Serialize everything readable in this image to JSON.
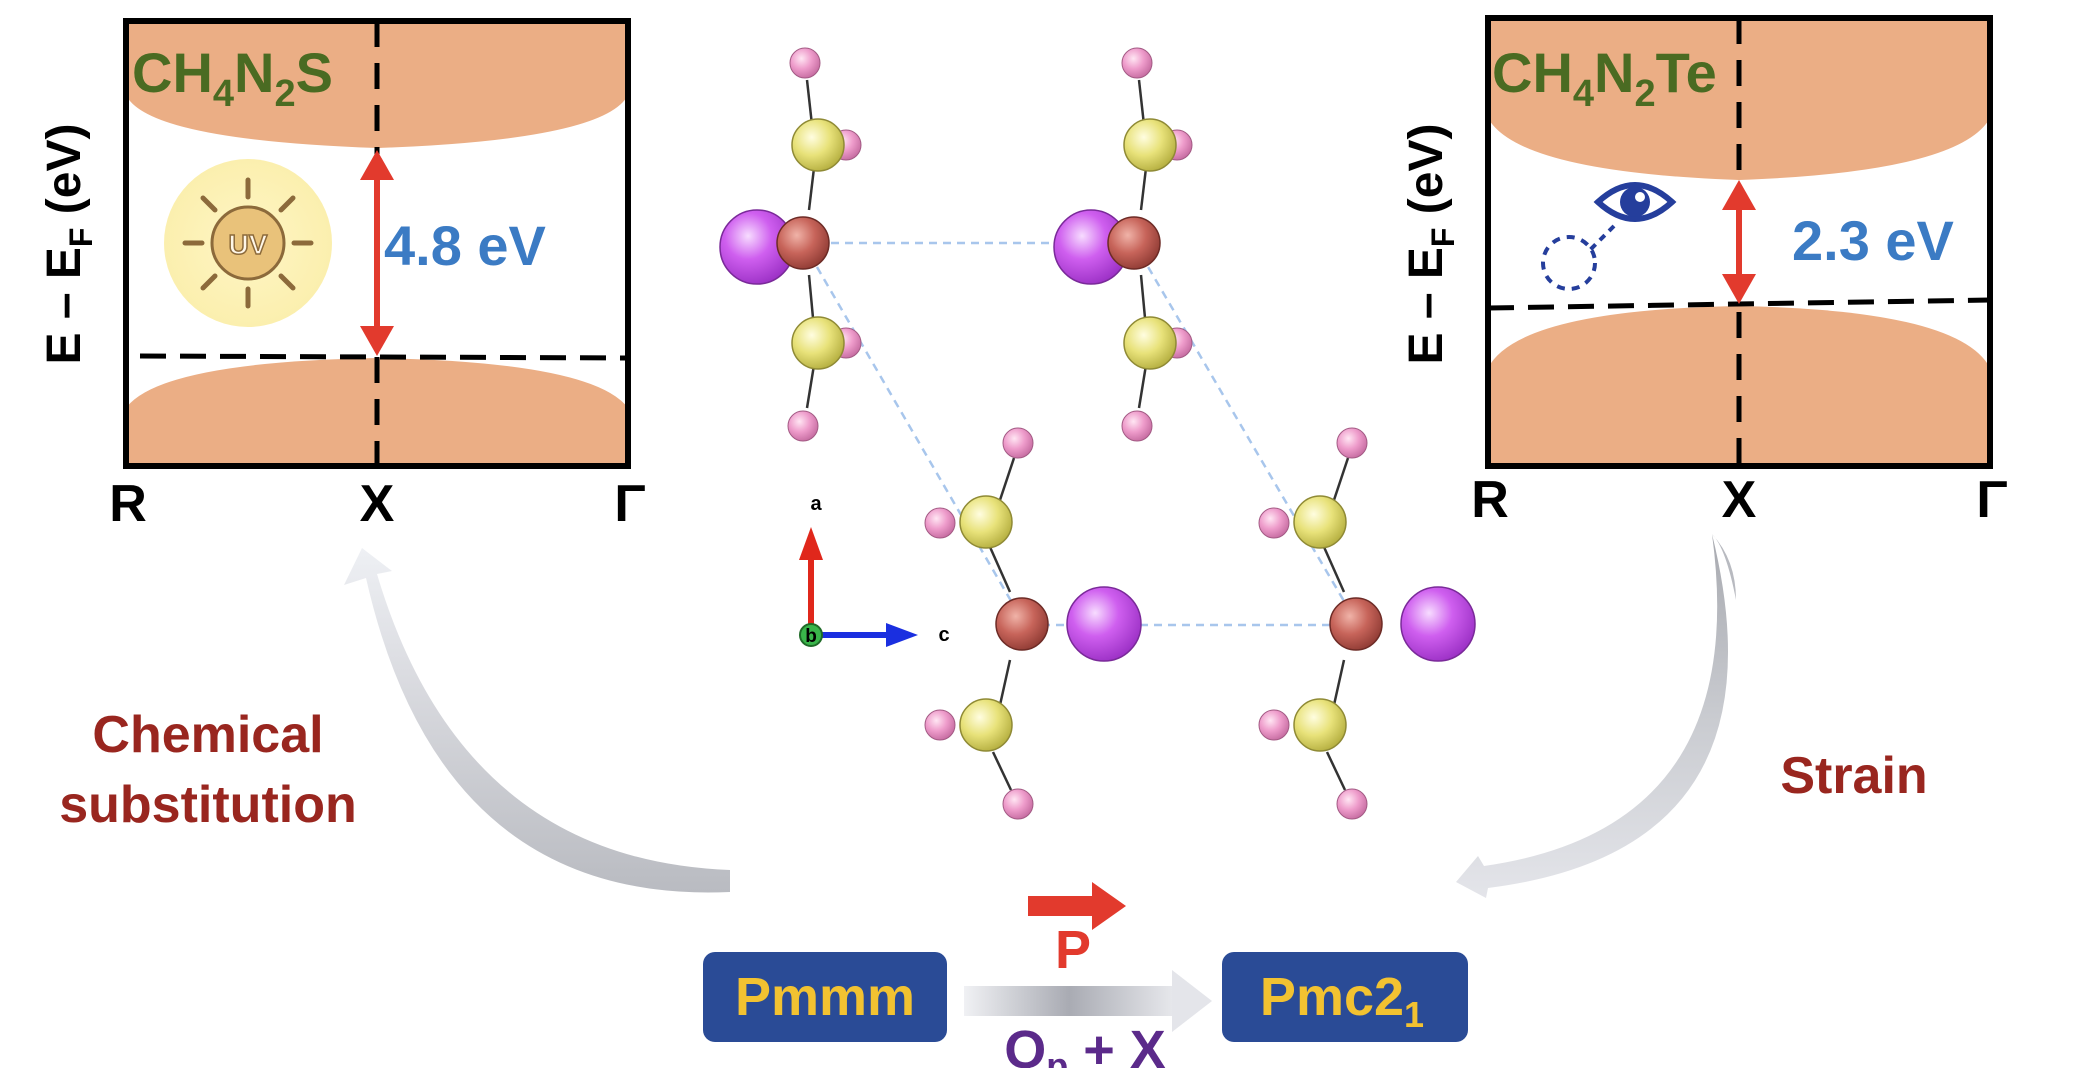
{
  "left_panel": {
    "compound_base": "CH",
    "compound_sub1": "4",
    "compound_mid": "N",
    "compound_sub2": "2",
    "compound_tail": "S",
    "yaxis_main": "E – E",
    "yaxis_sub": "F",
    "yaxis_unit": " (eV)",
    "gap_label": "4.8 eV",
    "uv_label": "UV",
    "k_points": [
      "R",
      "X",
      "Γ"
    ]
  },
  "right_panel": {
    "compound_base": "CH",
    "compound_sub1": "4",
    "compound_mid": "N",
    "compound_sub2": "2",
    "compound_tail": "Te",
    "yaxis_main": "E – E",
    "yaxis_sub": "F",
    "yaxis_unit": " (eV)",
    "gap_label": "2.3 eV",
    "k_points": [
      "R",
      "X",
      "Γ"
    ]
  },
  "structure": {
    "axis_a": "a",
    "axis_b": "b",
    "axis_c": "c"
  },
  "labels": {
    "chemical_line1": "Chemical",
    "chemical_line2": "substitution",
    "strain": "Strain",
    "polarization": "P",
    "phase_from": "Pmmm",
    "phase_to_base": "Pmc2",
    "phase_to_sub": "1",
    "mode_base": "Q",
    "mode_sub": "p",
    "mode_tail": " + X"
  },
  "colors": {
    "band_fill": "#ebae85",
    "compound_text": "#4a6b22",
    "gap_text": "#3b7bc4",
    "gap_arrow": "#e23a2d",
    "process_text": "#99261f",
    "phase_box": "#2a4b96",
    "phase_text": "#f2c231",
    "mode_text": "#5b2a8a",
    "polarization": "#e23a2d",
    "eye_icon": "#253e9c"
  }
}
